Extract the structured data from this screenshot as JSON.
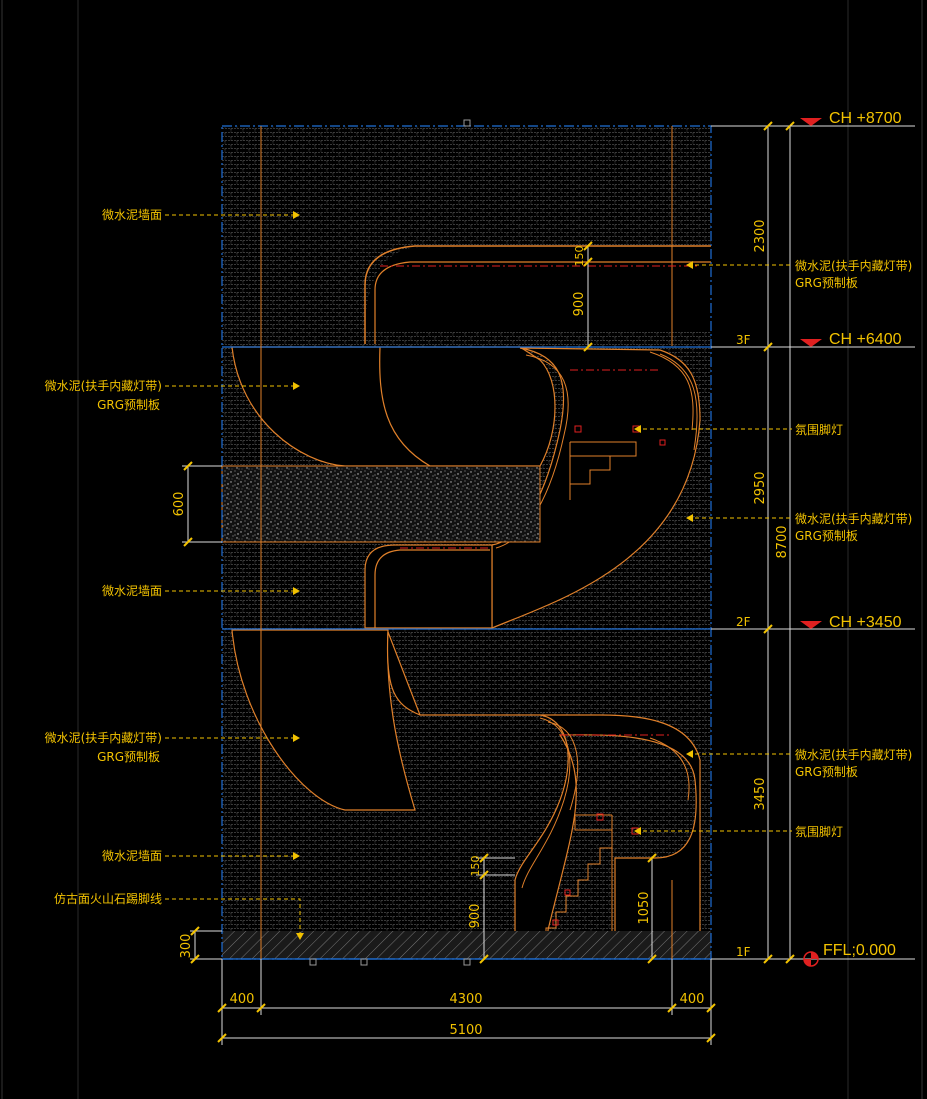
{
  "colors": {
    "background": "#000000",
    "wall": "#1f6fd6",
    "accent": "#f2c200",
    "stair": "#e0802a",
    "red": "#e02020",
    "green": "#4de04d"
  },
  "elevations": {
    "ch_8700": "CH  +8700",
    "ch_6400": "CH  +6400",
    "ch_3450": "CH  +3450",
    "ffl": "FFL;0.000"
  },
  "floors": {
    "f3": "3F",
    "f2": "2F",
    "f1": "1F"
  },
  "dimensions": {
    "d2300": "2300",
    "d2950": "2950",
    "d3450": "3450",
    "d8700": "8700",
    "d150_top": "150",
    "d900_top": "900",
    "d600": "600",
    "d150_low": "150",
    "d900_low": "900",
    "d1050": "1050",
    "d300": "300",
    "d400_left": "400",
    "d4300": "4300",
    "d400_right": "400",
    "d5100": "5100"
  },
  "labels": {
    "left_wall_1": "微水泥墙面",
    "left_rail_1_a": "微水泥(扶手内藏灯带)",
    "left_rail_1_b": "GRG预制板",
    "left_wall_2": "微水泥墙面",
    "left_rail_2_a": "微水泥(扶手内藏灯带)",
    "left_rail_2_b": "GRG预制板",
    "left_wall_3": "微水泥墙面",
    "left_skirting": "仿古面火山石踢脚线",
    "right_rail_1_a": "微水泥(扶手内藏灯带)",
    "right_rail_1_b": "GRG预制板",
    "right_light_1": "氛围脚灯",
    "right_rail_2_a": "微水泥(扶手内藏灯带)",
    "right_rail_2_b": "GRG预制板",
    "right_rail_3_a": "微水泥(扶手内藏灯带)",
    "right_rail_3_b": "GRG预制板",
    "right_light_2": "氛围脚灯"
  }
}
